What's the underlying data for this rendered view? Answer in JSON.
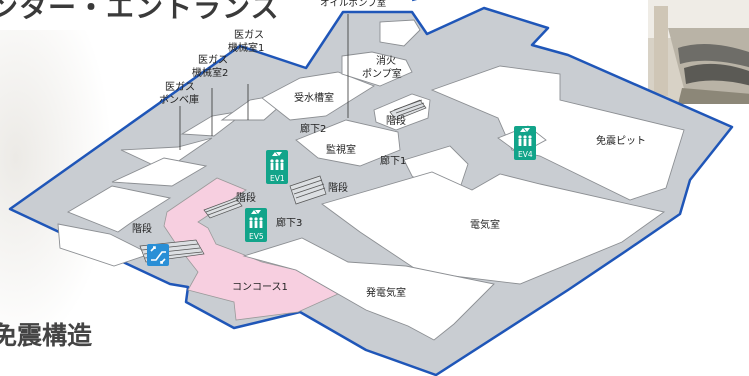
{
  "page_title": "ンター・エントランス",
  "section_heading": "免震構造",
  "colors": {
    "wall": "#c9cdd2",
    "floor": "#ffffff",
    "corridor": "#bfc4ca",
    "outline": "#1f56b8",
    "concourse": "#f7cfe0",
    "ev_badge": "#12a48a",
    "escalator_badge": "#2a8fd6"
  },
  "rooms": {
    "oil_pump": "オイルポンプ室",
    "medgas_machine1_l1": "医ガス",
    "medgas_machine1_l2": "機械室1",
    "medgas_machine2_l1": "医ガス",
    "medgas_machine2_l2": "機械室2",
    "medgas_cylinder_l1": "医ガス",
    "medgas_cylinder_l2": "ボンベ庫",
    "fire_pump_l1": "消火",
    "fire_pump_l2": "ポンプ室",
    "water_tank": "受水槽室",
    "stairs_upper": "階段",
    "corridor2": "廊下2",
    "monitor": "監視室",
    "corridor1": "廊下1",
    "stairs_center": "階段",
    "stairs_left_small": "階段",
    "stairs_left": "階段",
    "corridor3": "廊下3",
    "electric": "電気室",
    "seismic_pit": "免震ピット",
    "concourse1": "コンコース1",
    "generator": "発電気室"
  },
  "elevators": [
    {
      "label": "EV1",
      "icon": "elevator-icon"
    },
    {
      "label": "EV5",
      "icon": "elevator-icon"
    },
    {
      "label": "EV4",
      "icon": "elevator-icon"
    }
  ],
  "escalator": {
    "icon": "escalator-icon"
  }
}
